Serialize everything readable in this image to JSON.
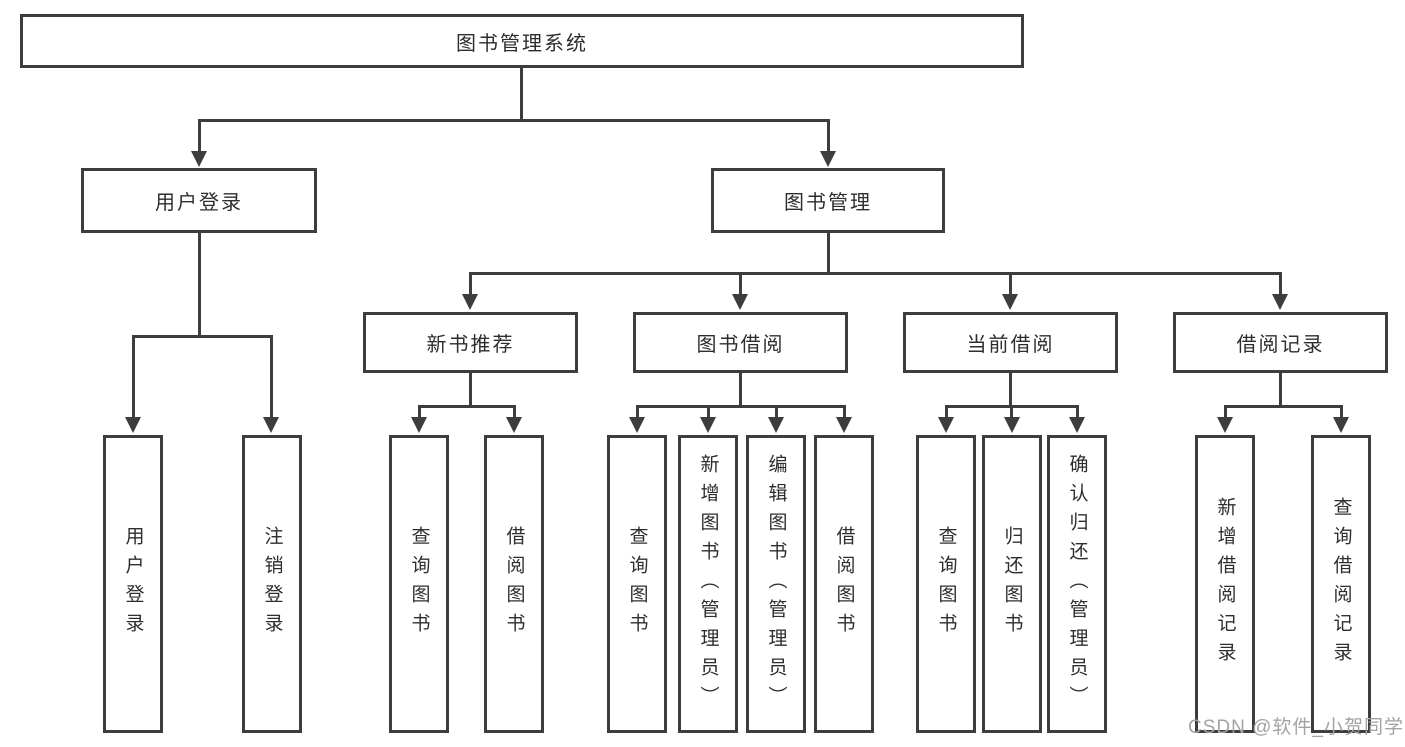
{
  "colors": {
    "line": "#3d3d3d",
    "text": "#2e2e2e",
    "watermark": "#a3a3a3",
    "background": "#ffffff"
  },
  "watermark": {
    "text": "CSDN @软件_小贺同学"
  },
  "tree": {
    "root": {
      "label": "图书管理系统"
    },
    "branches": [
      {
        "label": "用户登录",
        "children": [
          {
            "label": "用户登录"
          },
          {
            "label": "注销登录"
          }
        ]
      },
      {
        "label": "图书管理",
        "children": [
          {
            "label": "新书推荐",
            "children": [
              {
                "label": "查询图书"
              },
              {
                "label": "借阅图书"
              }
            ]
          },
          {
            "label": "图书借阅",
            "children": [
              {
                "label": "查询图书"
              },
              {
                "label": "新增图书（管理员）"
              },
              {
                "label": "编辑图书（管理员）"
              },
              {
                "label": "借阅图书"
              }
            ]
          },
          {
            "label": "当前借阅",
            "children": [
              {
                "label": "查询图书"
              },
              {
                "label": "归还图书"
              },
              {
                "label": "确认归还（管理员）"
              }
            ]
          },
          {
            "label": "借阅记录",
            "children": [
              {
                "label": "新增借阅记录"
              },
              {
                "label": "查询借阅记录"
              }
            ]
          }
        ]
      }
    ]
  }
}
